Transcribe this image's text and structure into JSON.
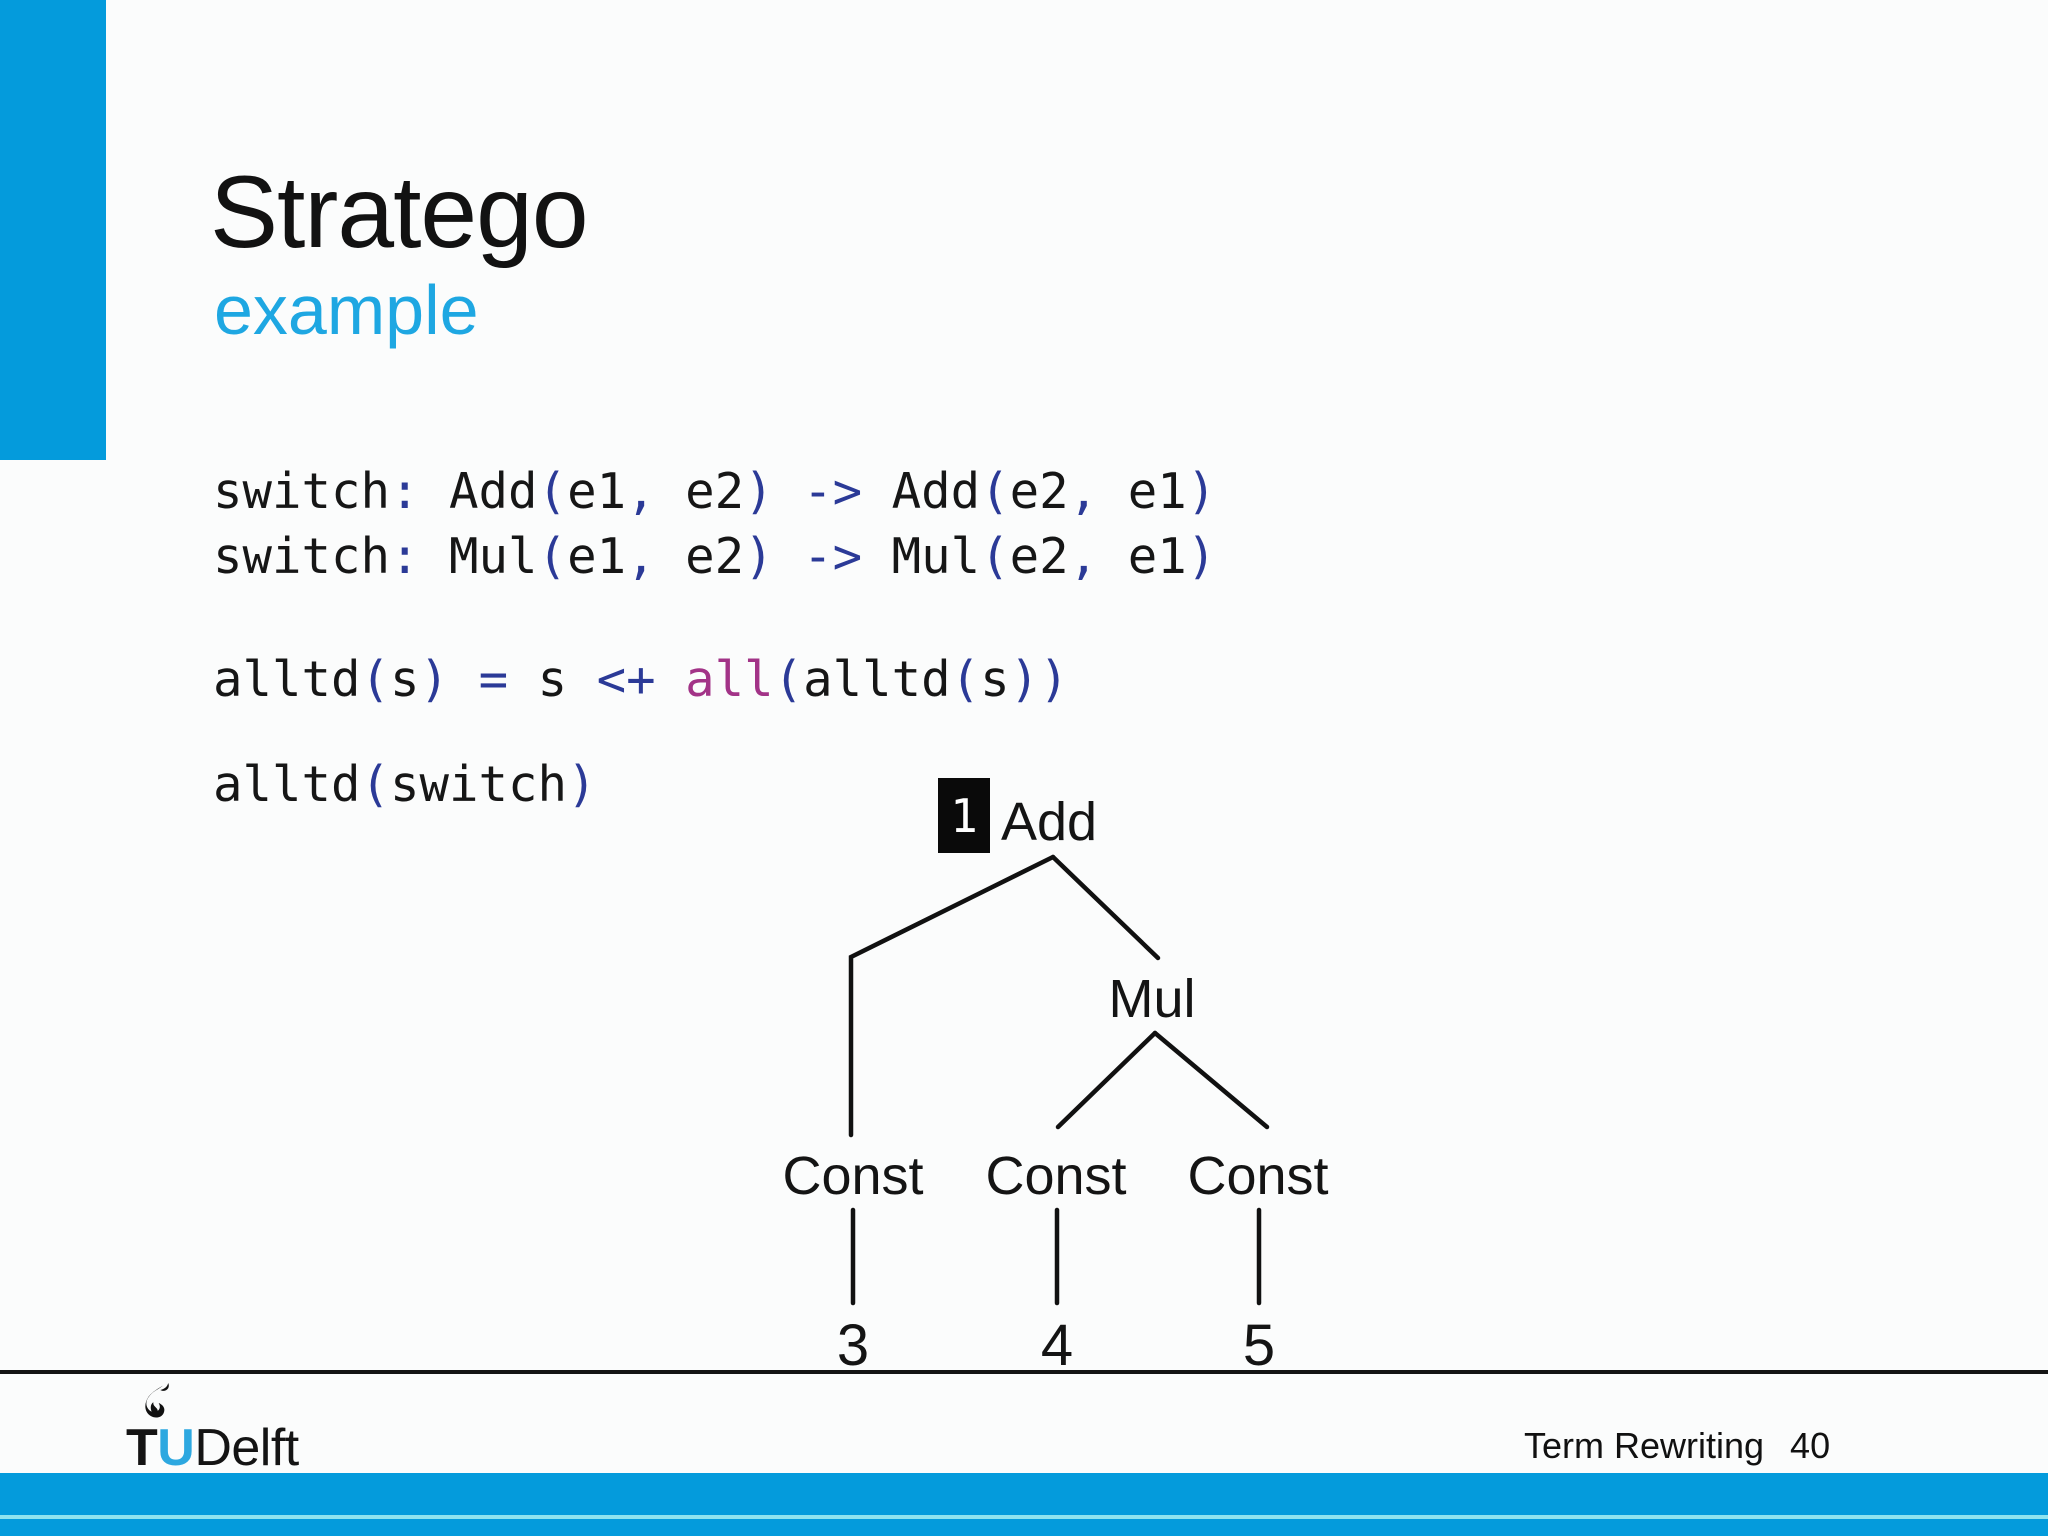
{
  "slide": {
    "title": "Stratego",
    "subtitle": "example"
  },
  "palette": {
    "accent_bar": "#049bdc",
    "subtitle_cyan": "#1ea7e2",
    "code_punct_navy": "#2b3a97",
    "code_strategy_magenta": "#a23387",
    "badge_bg": "#0a0a0a",
    "bottom_bar_inner_line": "#8fe3ef"
  },
  "code": {
    "lines": [
      {
        "tokens": [
          {
            "t": "switch",
            "c": "i"
          },
          {
            "t": ":",
            "c": "p"
          },
          {
            "t": " Add",
            "c": "i"
          },
          {
            "t": "(",
            "c": "p"
          },
          {
            "t": "e1",
            "c": "i"
          },
          {
            "t": ",",
            "c": "p"
          },
          {
            "t": " e2",
            "c": "i"
          },
          {
            "t": ")",
            "c": "p"
          },
          {
            "t": " -> ",
            "c": "p"
          },
          {
            "t": "Add",
            "c": "i"
          },
          {
            "t": "(",
            "c": "p"
          },
          {
            "t": "e2",
            "c": "i"
          },
          {
            "t": ",",
            "c": "p"
          },
          {
            "t": " e1",
            "c": "i"
          },
          {
            "t": ")",
            "c": "p"
          }
        ]
      },
      {
        "tokens": [
          {
            "t": "switch",
            "c": "i"
          },
          {
            "t": ":",
            "c": "p"
          },
          {
            "t": " Mul",
            "c": "i"
          },
          {
            "t": "(",
            "c": "p"
          },
          {
            "t": "e1",
            "c": "i"
          },
          {
            "t": ",",
            "c": "p"
          },
          {
            "t": " e2",
            "c": "i"
          },
          {
            "t": ")",
            "c": "p"
          },
          {
            "t": " -> ",
            "c": "p"
          },
          {
            "t": "Mul",
            "c": "i"
          },
          {
            "t": "(",
            "c": "p"
          },
          {
            "t": "e2",
            "c": "i"
          },
          {
            "t": ",",
            "c": "p"
          },
          {
            "t": " e1",
            "c": "i"
          },
          {
            "t": ")",
            "c": "p"
          }
        ]
      },
      {
        "tokens": [
          {
            "t": "alltd",
            "c": "i"
          },
          {
            "t": "(",
            "c": "p"
          },
          {
            "t": "s",
            "c": "i"
          },
          {
            "t": ")",
            "c": "p"
          },
          {
            "t": " = ",
            "c": "p"
          },
          {
            "t": "s",
            "c": "i"
          },
          {
            "t": " <+ ",
            "c": "p"
          },
          {
            "t": "all",
            "c": "s"
          },
          {
            "t": "(",
            "c": "p"
          },
          {
            "t": "alltd",
            "c": "i"
          },
          {
            "t": "(",
            "c": "p"
          },
          {
            "t": "s",
            "c": "i"
          },
          {
            "t": "))",
            "c": "p"
          }
        ]
      },
      {
        "tokens": [
          {
            "t": "alltd",
            "c": "i"
          },
          {
            "t": "(",
            "c": "p"
          },
          {
            "t": "switch",
            "c": "i"
          },
          {
            "t": ")",
            "c": "p"
          }
        ]
      }
    ]
  },
  "tree": {
    "badge": "1",
    "root_label": "Add",
    "mul_label": "Mul",
    "const_labels": [
      "Const",
      "Const",
      "Const"
    ],
    "leaf_values": [
      "3",
      "4",
      "5"
    ]
  },
  "footer": {
    "logo_t": "T",
    "logo_u": "U",
    "logo_rest": "Delft",
    "course": "Term Rewriting",
    "page": "40"
  }
}
